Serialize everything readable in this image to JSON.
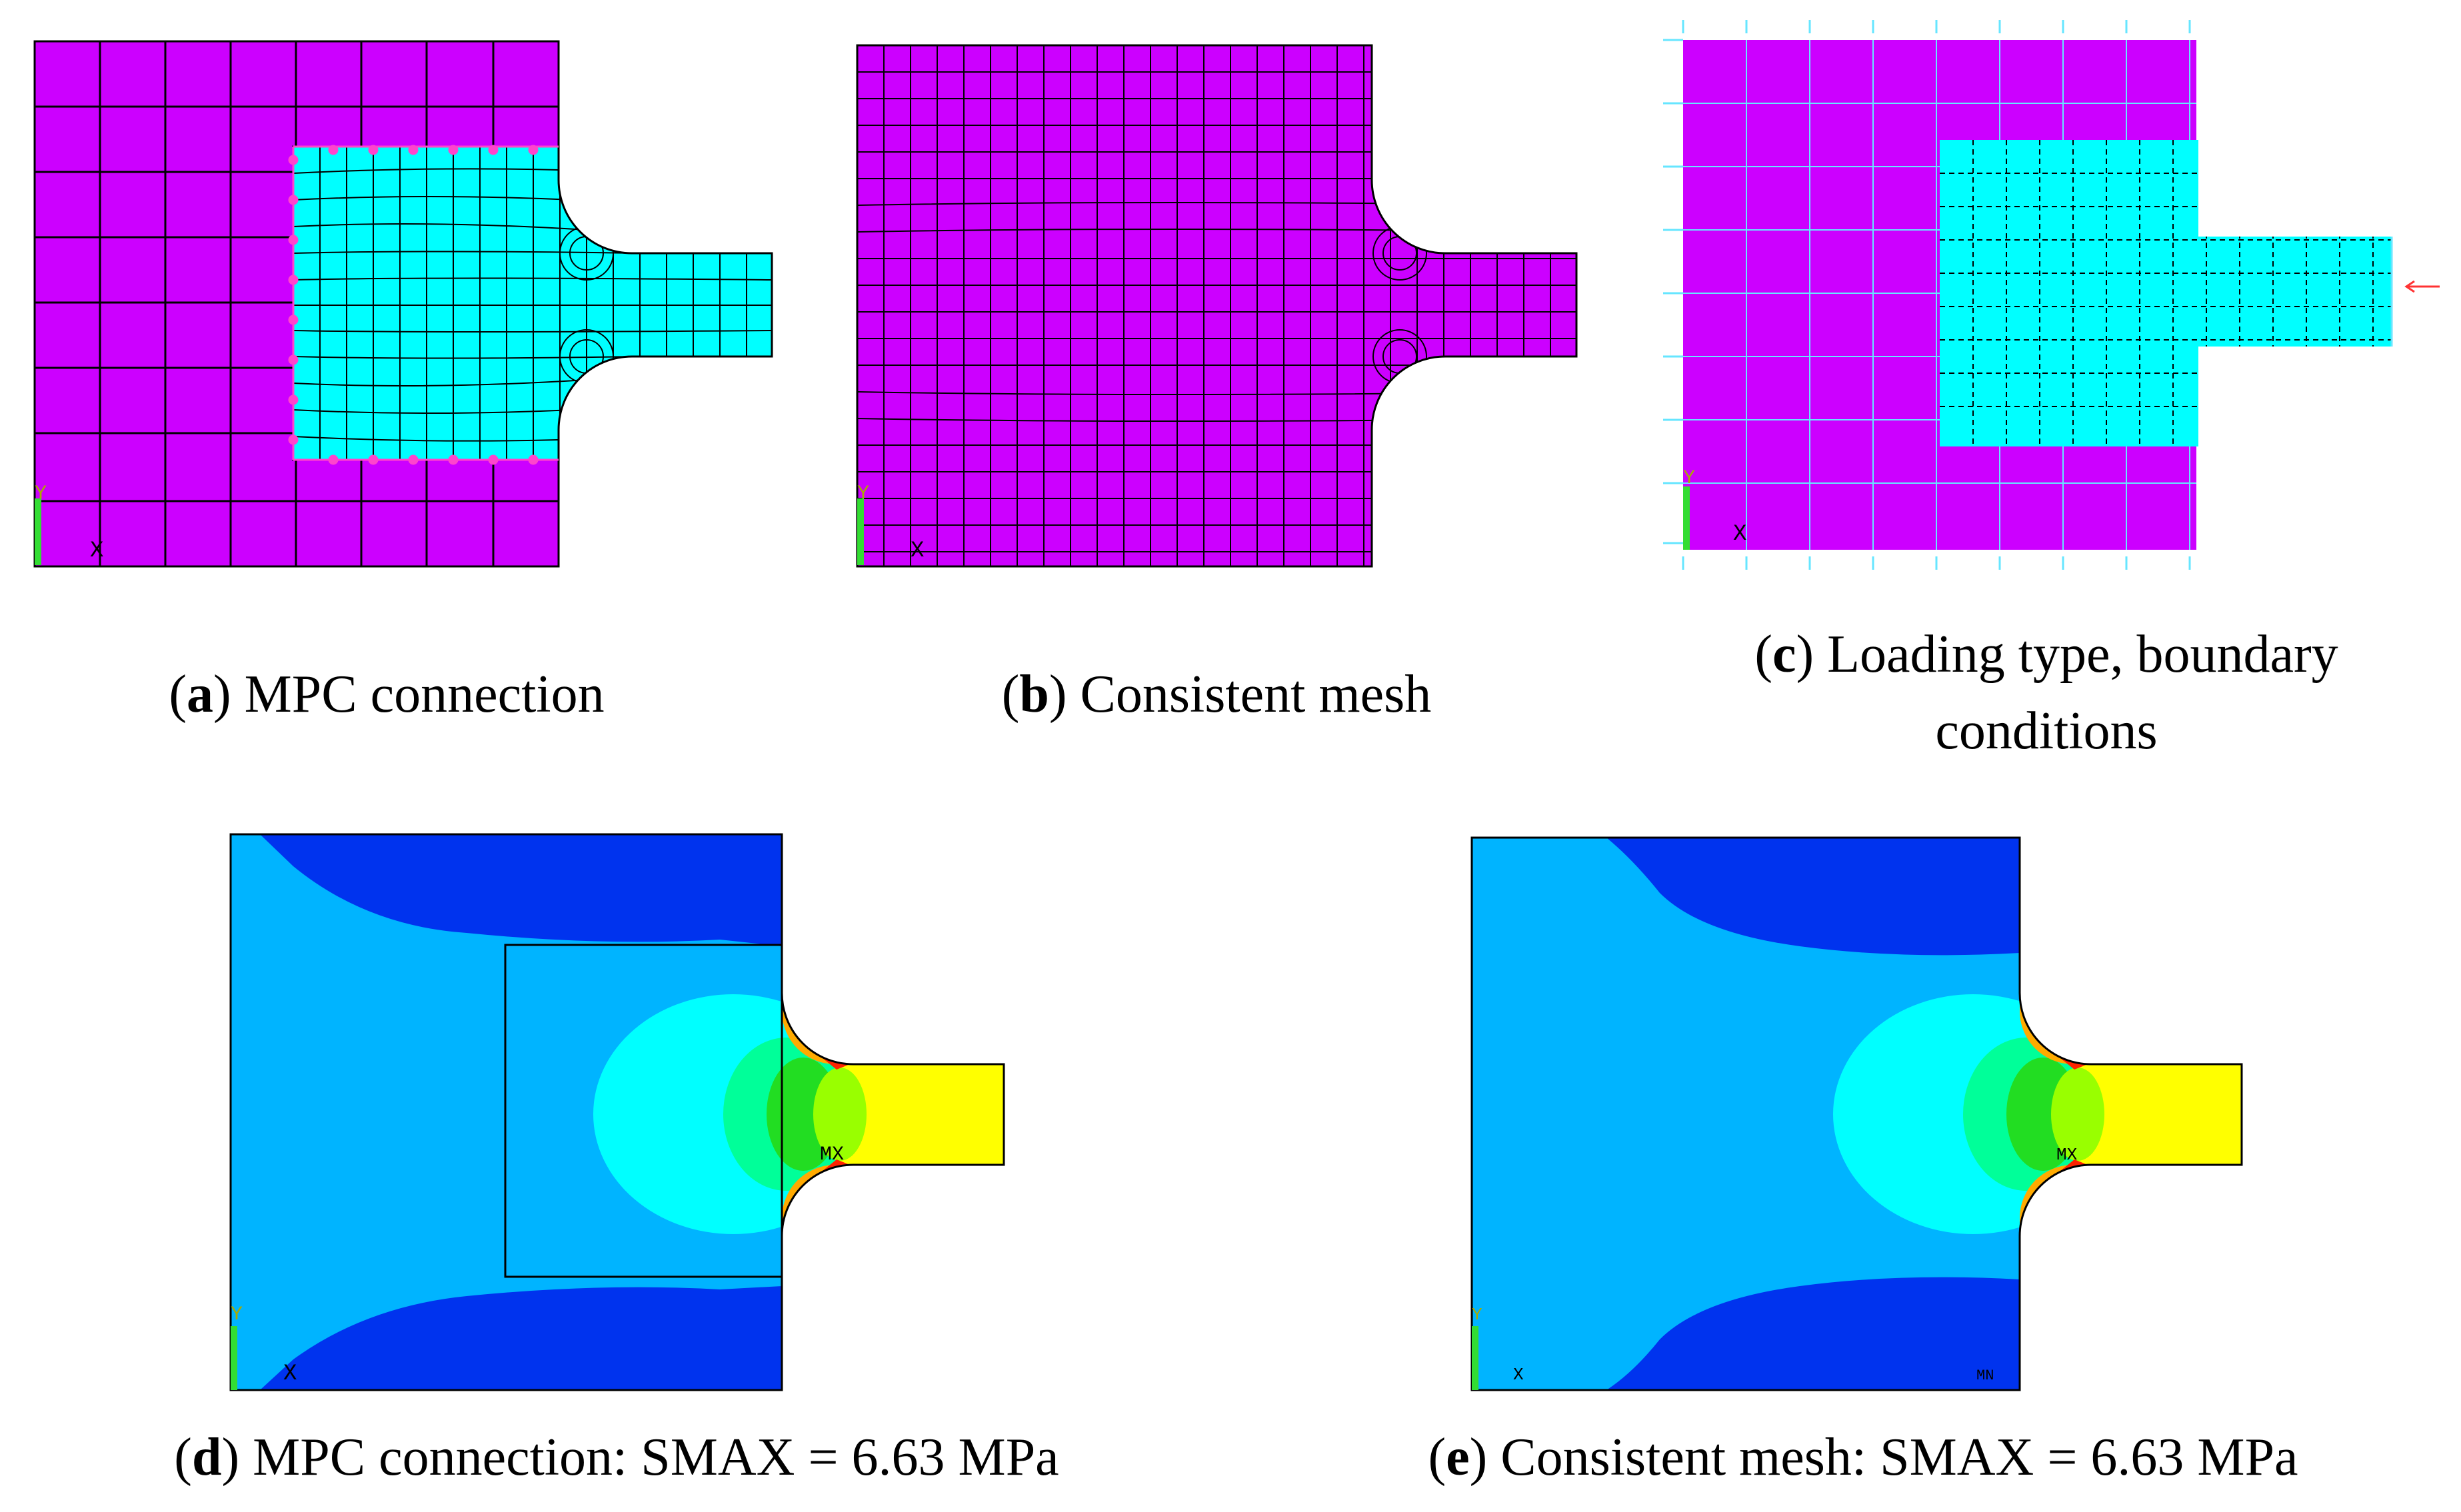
{
  "colors": {
    "magenta": "#cc00ff",
    "cyan": "#00ffff",
    "mesh_line": "#000000",
    "constraint_cyan": "#66e6ff",
    "constraint_magenta": "#ff44cc",
    "load_arrow": "#ff3333",
    "contour_dark_blue": "#0033ee",
    "contour_sky": "#00b4ff",
    "contour_light_cyan": "#00ffff",
    "contour_teal": "#00ff99",
    "contour_green": "#22dd22",
    "contour_yellow_green": "#99ff00",
    "contour_yellow": "#ffff00",
    "contour_orange": "#ffaa00",
    "contour_red": "#ff2200"
  },
  "panels": {
    "a": {
      "letter": "a",
      "caption": "MPC connection",
      "axis_y": "Y",
      "axis_x": "X"
    },
    "b": {
      "letter": "b",
      "caption": "Consistent mesh",
      "axis_y": "Y",
      "axis_x": "X"
    },
    "c": {
      "letter": "c",
      "caption_line1": "Loading type, boundary",
      "caption_line2": "conditions",
      "axis_y": "Y",
      "axis_x": "X"
    },
    "d": {
      "letter": "d",
      "caption": "MPC connection: SMAX = 6.63 MPa",
      "mx_label": "MX",
      "axis_y": "Y",
      "axis_x": "X"
    },
    "e": {
      "letter": "e",
      "caption": "Consistent mesh: SMAX = 6.63 MPa",
      "mx_label": "MX",
      "mx_label_2": "MN",
      "axis_y": "Y",
      "axis_x": "X"
    }
  }
}
